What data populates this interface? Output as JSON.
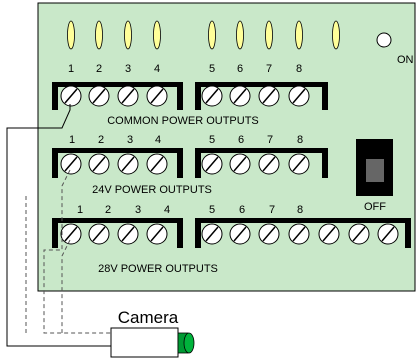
{
  "colors": {
    "board": "#c9e8c9",
    "led": "#ffff99",
    "terminal_block": "#000000",
    "screw": "#ffffff",
    "switch_body": "#000000",
    "switch_knob": "#666666",
    "camera_body": "#ffffff",
    "camera_lens": "#009933"
  },
  "board": {
    "leds": [
      "1",
      "2",
      "3",
      "4",
      "5",
      "6",
      "7",
      "8"
    ],
    "power_label": "ON",
    "off_label": "OFF"
  },
  "rows": [
    {
      "title": "COMMON POWER OUTPUTS",
      "numbers": [
        "1",
        "2",
        "3",
        "4",
        "5",
        "6",
        "7",
        "8"
      ]
    },
    {
      "title": "24V POWER OUTPUTS",
      "numbers": [
        "1",
        "2",
        "3",
        "4",
        "5",
        "6",
        "7",
        "8"
      ]
    },
    {
      "title": "28V POWER OUTPUTS",
      "numbers": [
        "1",
        "2",
        "3",
        "4",
        "5",
        "6",
        "7",
        "8"
      ]
    }
  ],
  "camera": {
    "label": "Camera"
  }
}
